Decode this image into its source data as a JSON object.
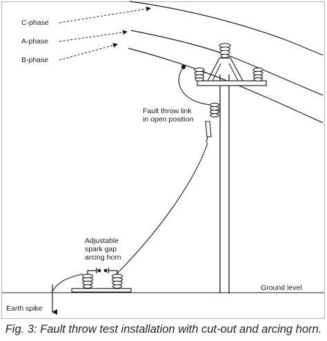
{
  "labels": {
    "c_phase": "C-phase",
    "a_phase": "A-phase",
    "b_phase": "B-phase",
    "fault_link_line1": "Fault throw link",
    "fault_link_line2": "in open position",
    "spark_gap_line1": "Adjustable",
    "spark_gap_line2": "spark gap",
    "spark_gap_line3": "arcing horn",
    "ground_level": "Ground level",
    "earth_spike": "Earth spike"
  },
  "caption": "Fig. 3: Fault throw test installation with cut-out and arcing horn.",
  "colors": {
    "line": "#1a1a1a",
    "frame": "#b5b5b5",
    "background": "#ffffff"
  }
}
